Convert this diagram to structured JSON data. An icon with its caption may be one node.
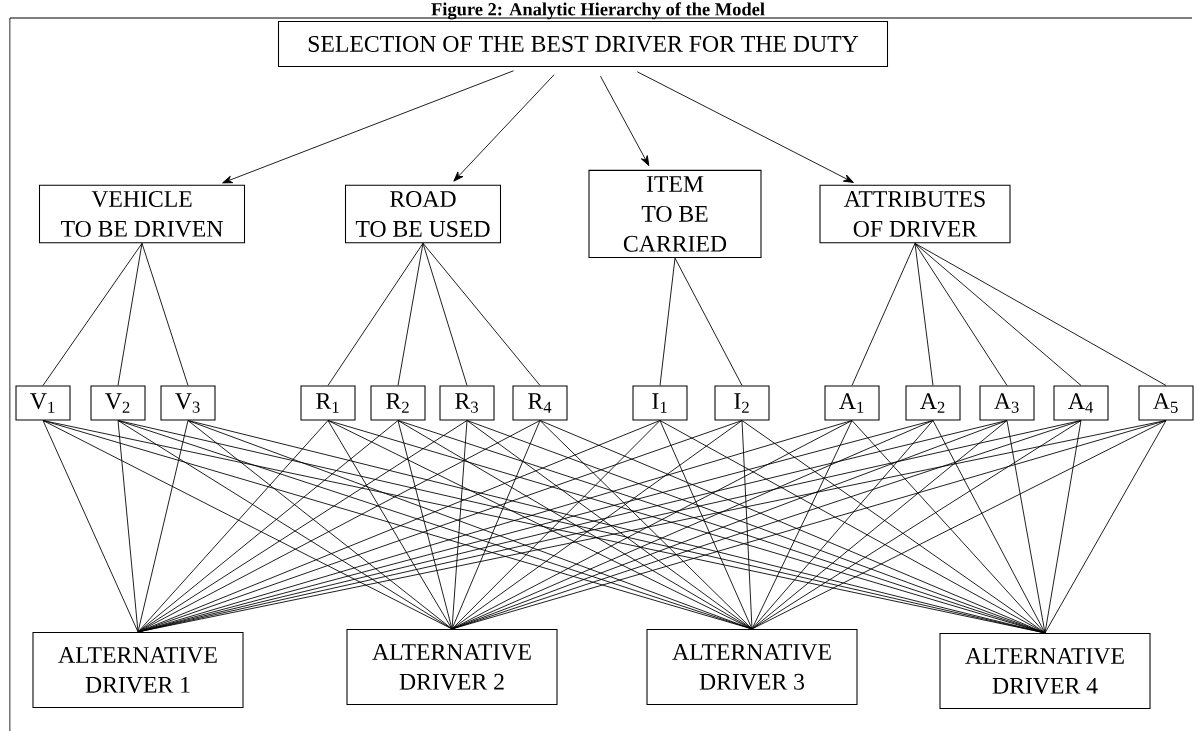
{
  "diagram": {
    "title": "Figure 2: Analytic Hierarchy of the Model",
    "nodes": [
      {
        "text": [
          "SELECTION OF THE BEST DRIVER FOR THE DUTY"
        ]
      },
      {
        "text": [
          "VEHICLE TO BE DRIVEN"
        ]
      },
      {
        "text": [
          "ROAD TO BE USED"
        ]
      },
      {
        "text": [
          "ITEM TO BE CARRIED"
        ]
      },
      {
        "text": [
          "ATTRIBUTES OF DRIVER"
        ]
      },
      {
        "text": [
          "V$_{1}$"
        ]
      },
      {
        "text": [
          "V$_{2}$"
        ]
      },
      {
        "text": [
          "V$_{3}$"
        ]
      },
      {
        "text": [
          "R$_{1}$"
        ]
      },
      {
        "text": [
          "R$_{2}$"
        ]
      },
      {
        "text": [
          "R$_{3}$"
        ]
      },
      {
        "text": [
          "R$_{4}$"
        ]
      },
      {
        "text": [
          "I$_{1}$"
        ]
      },
      {
        "text": [
          "I$_{2}$"
        ]
      },
      {
        "text": [
          "A$_{1}$"
        ]
      },
      {
        "text": [
          "A$_{2}$"
        ]
      },
      {
        "text": [
          "A$_{3}$"
        ]
      },
      {
        "text": [
          "A$_{4}$"
        ]
      },
      {
        "text": [
          "A$_{5}$"
        ]
      },
      {
        "text": [
          "ALTERNATIVE DRIVER 1"
        ]
      },
      {
        "text": [
          "ALTERNATIVE DRIVER 2"
        ]
      },
      {
        "text": [
          "ALTERNATIVE DRIVER 3"
        ]
      },
      {
        "text": [
          "ALTERNATIVE DRIVER 4"
        ]
      }
    ],
    "edges": [
      {
        "from": 0,
        "to": 1,
        "arrow": "to"
      },
      {
        "from": 0,
        "to": 2,
        "arrow": "to"
      },
      {
        "from": 0,
        "to": 3,
        "arrow": "to"
      },
      {
        "from": 0,
        "to": 4,
        "arrow": "to"
      },
      {
        "from": 1,
        "to": 5,
        "arrow": "none"
      },
      {
        "from": 1,
        "to": 6,
        "arrow": "none"
      },
      {
        "from": 1,
        "to": 7,
        "arrow": "none"
      },
      {
        "from": 2,
        "to": 8,
        "arrow": "none"
      },
      {
        "from": 2,
        "to": 9,
        "arrow": "none"
      },
      {
        "from": 2,
        "to": 10,
        "arrow": "none"
      },
      {
        "from": 2,
        "to": 11,
        "arrow": "none"
      },
      {
        "from": 3,
        "to": 12,
        "arrow": "none"
      },
      {
        "from": 3,
        "to": 13,
        "arrow": "none"
      },
      {
        "from": 4,
        "to": 14,
        "arrow": "none"
      },
      {
        "from": 4,
        "to": 15,
        "arrow": "none"
      },
      {
        "from": 4,
        "to": 16,
        "arrow": "none"
      },
      {
        "from": 4,
        "to": 17,
        "arrow": "none"
      },
      {
        "from": 4,
        "to": 18,
        "arrow": "none"
      },
      {
        "from": 5,
        "to": 19,
        "arrow": "none"
      },
      {
        "from": 5,
        "to": 20,
        "arrow": "none"
      },
      {
        "from": 5,
        "to": 21,
        "arrow": "none"
      },
      {
        "from": 5,
        "to": 22,
        "arrow": "none"
      },
      {
        "from": 6,
        "to": 19,
        "arrow": "none"
      },
      {
        "from": 6,
        "to": 20,
        "arrow": "none"
      },
      {
        "from": 6,
        "to": 21,
        "arrow": "none"
      },
      {
        "from": 6,
        "to": 22,
        "arrow": "none"
      },
      {
        "from": 7,
        "to": 19,
        "arrow": "none"
      },
      {
        "from": 7,
        "to": 20,
        "arrow": "none"
      },
      {
        "from": 7,
        "to": 21,
        "arrow": "none"
      },
      {
        "from": 7,
        "to": 22,
        "arrow": "none"
      },
      {
        "from": 8,
        "to": 19,
        "arrow": "none"
      },
      {
        "from": 8,
        "to": 20,
        "arrow": "none"
      },
      {
        "from": 8,
        "to": 21,
        "arrow": "none"
      },
      {
        "from": 8,
        "to": 22,
        "arrow": "none"
      },
      {
        "from": 9,
        "to": 19,
        "arrow": "none"
      },
      {
        "from": 9,
        "to": 20,
        "arrow": "none"
      },
      {
        "from": 9,
        "to": 21,
        "arrow": "none"
      },
      {
        "from": 9,
        "to": 22,
        "arrow": "none"
      },
      {
        "from": 10,
        "to": 19,
        "arrow": "none"
      },
      {
        "from": 10,
        "to": 20,
        "arrow": "none"
      },
      {
        "from": 10,
        "to": 21,
        "arrow": "none"
      },
      {
        "from": 10,
        "to": 22,
        "arrow": "none"
      },
      {
        "from": 11,
        "to": 19,
        "arrow": "none"
      },
      {
        "from": 11,
        "to": 20,
        "arrow": "none"
      },
      {
        "from": 11,
        "to": 21,
        "arrow": "none"
      },
      {
        "from": 11,
        "to": 22,
        "arrow": "none"
      },
      {
        "from": 12,
        "to": 19,
        "arrow": "none"
      },
      {
        "from": 12,
        "to": 20,
        "arrow": "none"
      },
      {
        "from": 12,
        "to": 21,
        "arrow": "none"
      },
      {
        "from": 12,
        "to": 22,
        "arrow": "none"
      },
      {
        "from": 13,
        "to": 19,
        "arrow": "none"
      },
      {
        "from": 13,
        "to": 20,
        "arrow": "none"
      },
      {
        "from": 13,
        "to": 21,
        "arrow": "none"
      },
      {
        "from": 13,
        "to": 22,
        "arrow": "none"
      },
      {
        "from": 14,
        "to": 19,
        "arrow": "none"
      },
      {
        "from": 14,
        "to": 20,
        "arrow": "none"
      },
      {
        "from": 14,
        "to": 21,
        "arrow": "none"
      },
      {
        "from": 14,
        "to": 22,
        "arrow": "none"
      },
      {
        "from": 15,
        "to": 19,
        "arrow": "none"
      },
      {
        "from": 15,
        "to": 20,
        "arrow": "none"
      },
      {
        "from": 15,
        "to": 21,
        "arrow": "none"
      },
      {
        "from": 15,
        "to": 22,
        "arrow": "none"
      },
      {
        "from": 16,
        "to": 19,
        "arrow": "none"
      },
      {
        "from": 16,
        "to": 20,
        "arrow": "none"
      },
      {
        "from": 16,
        "to": 21,
        "arrow": "none"
      },
      {
        "from": 16,
        "to": 22,
        "arrow": "none"
      },
      {
        "from": 17,
        "to": 19,
        "arrow": "none"
      },
      {
        "from": 17,
        "to": 20,
        "arrow": "none"
      },
      {
        "from": 17,
        "to": 21,
        "arrow": "none"
      },
      {
        "from": 17,
        "to": 22,
        "arrow": "none"
      },
      {
        "from": 18,
        "to": 19,
        "arrow": "none"
      },
      {
        "from": 18,
        "to": 20,
        "arrow": "none"
      },
      {
        "from": 18,
        "to": 21,
        "arrow": "none"
      },
      {
        "from": 18,
        "to": 22,
        "arrow": "none"
      }
    ]
  }
}
